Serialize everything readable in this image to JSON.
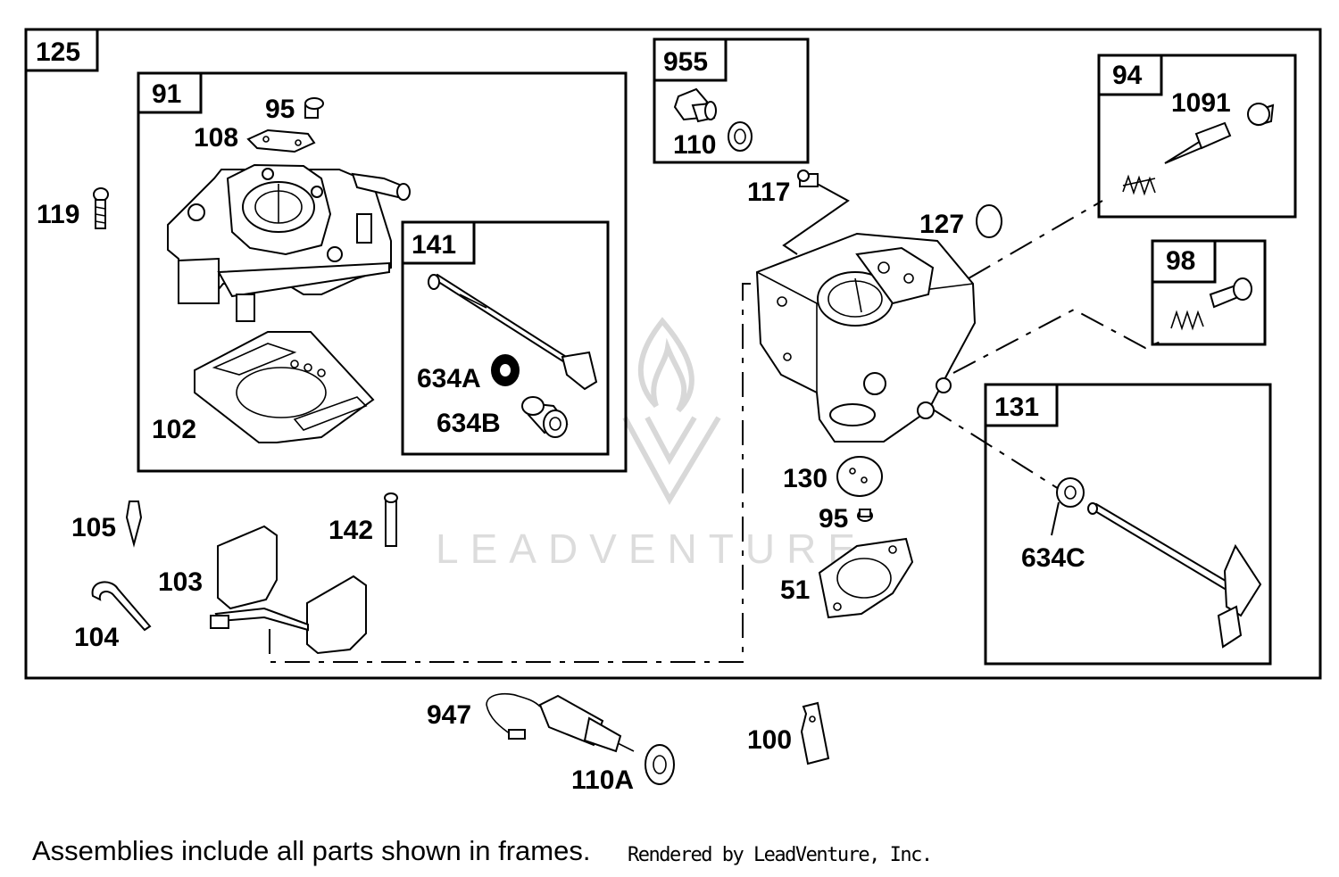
{
  "frames": {
    "f125": "125",
    "f91": "91",
    "f141": "141",
    "f955": "955",
    "f94": "94",
    "f98": "98",
    "f131": "131"
  },
  "parts": {
    "p95a": "95",
    "p108": "108",
    "p119": "119",
    "p102": "102",
    "p634a": "634A",
    "p634b": "634B",
    "p110": "110",
    "p117": "117",
    "p127": "127",
    "p1091": "1091",
    "p130": "130",
    "p95b": "95",
    "p51": "51",
    "p634c": "634C",
    "p105": "105",
    "p142": "142",
    "p103": "103",
    "p104": "104",
    "p947": "947",
    "p110a": "110A",
    "p100": "100"
  },
  "footer": {
    "note": "Assemblies include all parts shown in frames.",
    "credit": "Rendered by LeadVenture, Inc."
  },
  "watermark": "LEADVENTURE"
}
